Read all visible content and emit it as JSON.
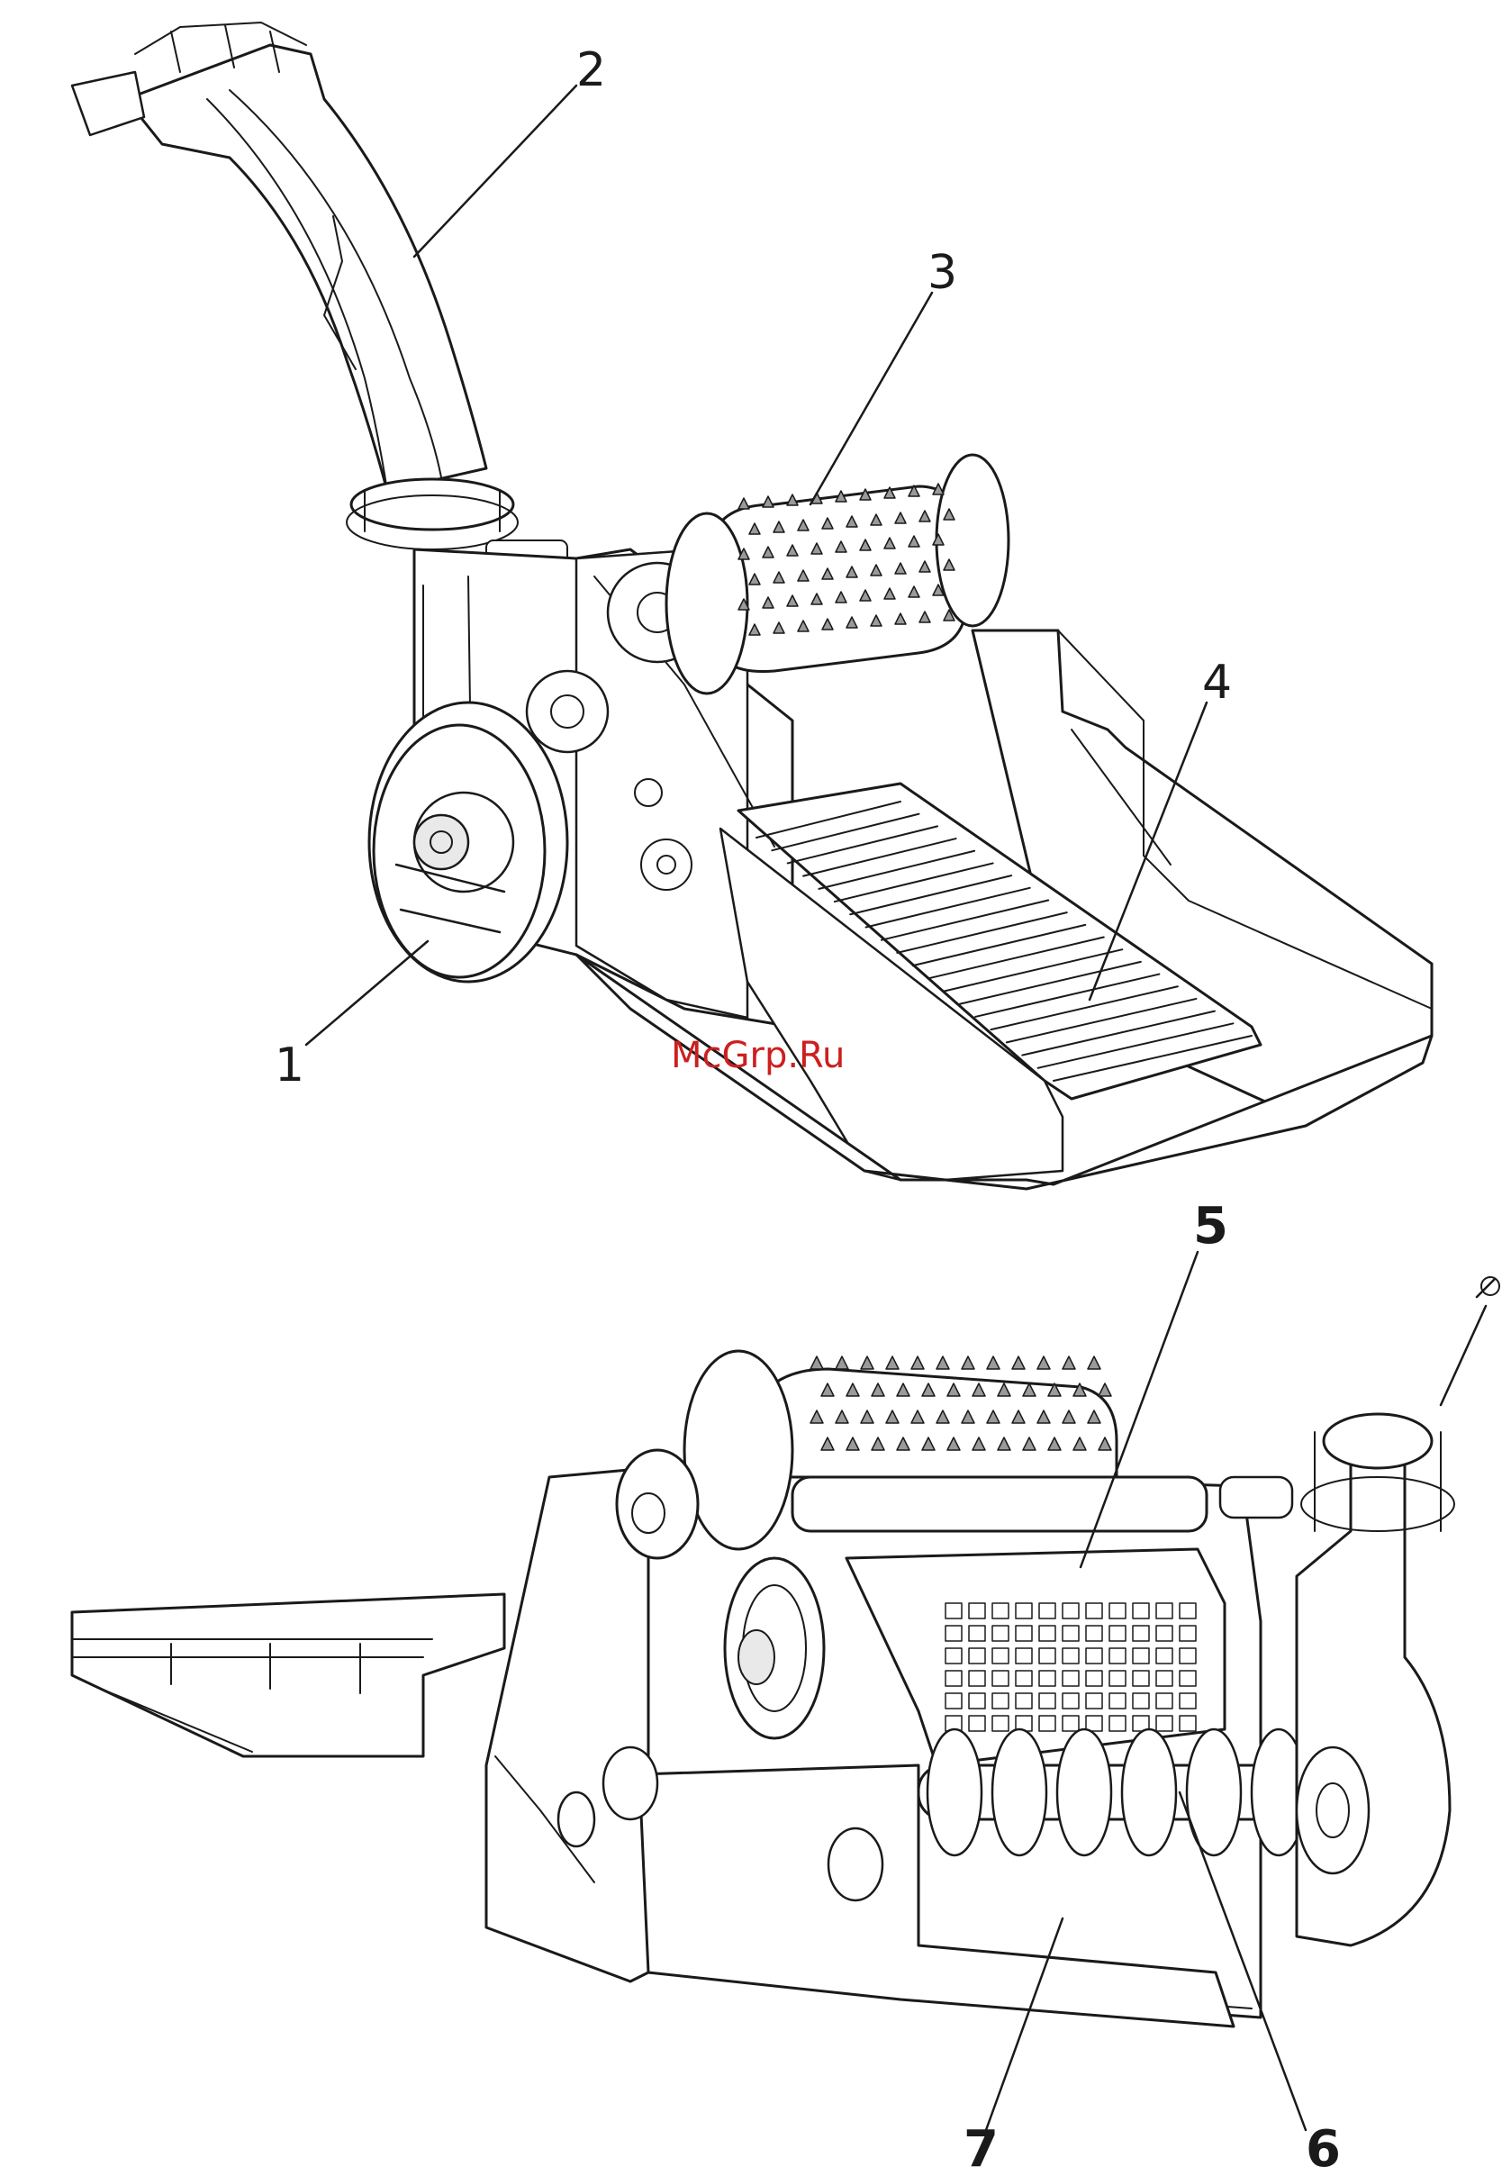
{
  "figures": [
    {
      "callouts": [
        {
          "id": "1",
          "label": "1"
        },
        {
          "id": "2",
          "label": "2"
        },
        {
          "id": "3",
          "label": "3"
        },
        {
          "id": "4",
          "label": "4"
        }
      ]
    },
    {
      "callouts": [
        {
          "id": "5",
          "label": "5"
        },
        {
          "id": "6",
          "label": "6"
        },
        {
          "id": "7",
          "label": "7"
        }
      ]
    }
  ],
  "watermark": "McGrp.Ru"
}
